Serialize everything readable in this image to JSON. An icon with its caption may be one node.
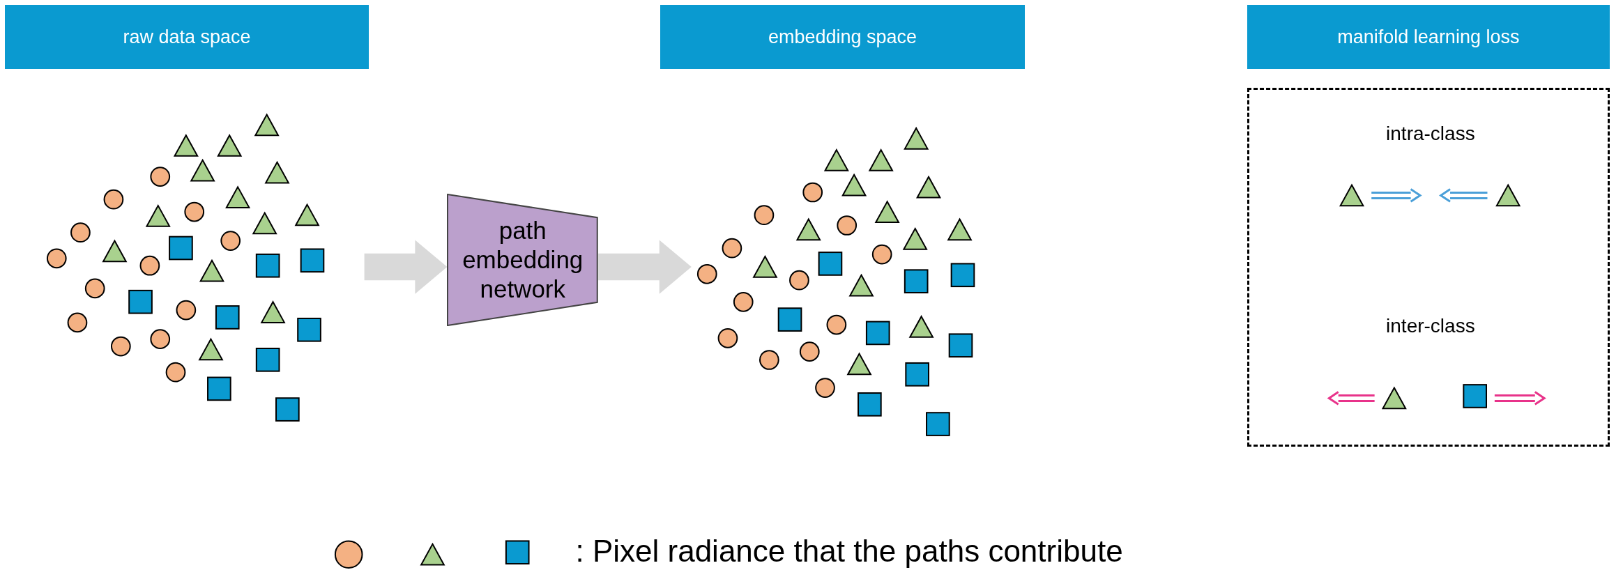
{
  "diagram": {
    "nodes": [
      {
        "text": [
          "raw data space"
        ]
      },
      {
        "text": [
          "embedding space"
        ]
      },
      {
        "text": [
          "manifold learning loss"
        ]
      },
      {
        "text": [],
        "shape": "picture"
      },
      {
        "text": [
          "path embedding network"
        ]
      },
      {
        "text": [],
        "shape": "picture"
      },
      {
        "text": [
          "intra-class",
          "inter-class"
        ]
      }
    ],
    "edges": [
      {
        "from": 3,
        "to": 4,
        "arrow": "to"
      },
      {
        "from": 4,
        "to": 5,
        "arrow": "to"
      }
    ],
    "legend": [
      {
        "text": ": Pixel radiance that the paths contribute"
      }
    ]
  }
}
